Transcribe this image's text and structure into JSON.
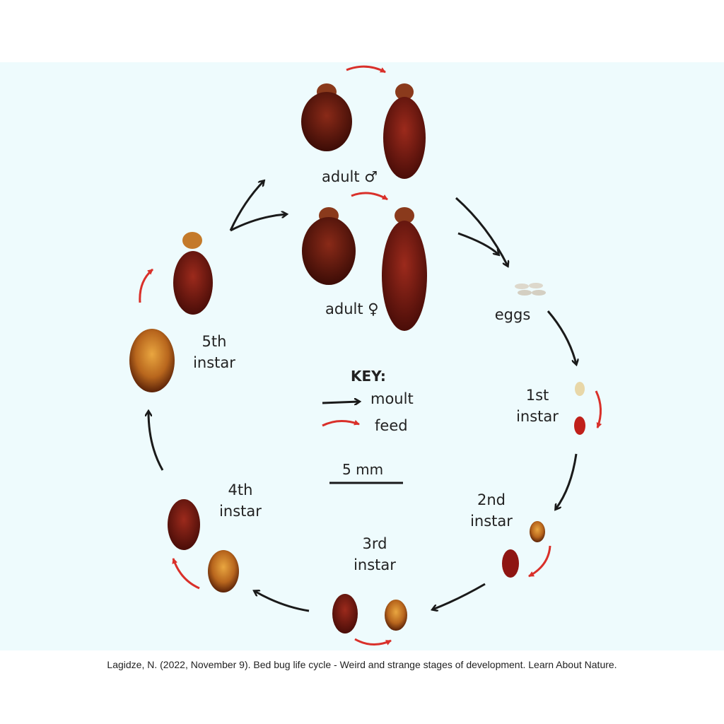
{
  "stages": {
    "adult_male": "adult ♂",
    "adult_female": "adult ♀",
    "eggs": "eggs",
    "first": "1st\ninstar",
    "second": "2nd\ninstar",
    "third": "3rd\ninstar",
    "fourth": "4th\ninstar",
    "fifth": "5th\ninstar"
  },
  "key": {
    "title": "KEY:",
    "moult": "moult",
    "feed": "feed",
    "scale": "5 mm"
  },
  "colors": {
    "moult_arrow": "#1a1a1a",
    "feed_arrow": "#d9302a",
    "background": "#eefbfd"
  },
  "caption": "Lagidze, N. (2022, November 9). Bed bug life cycle - Weird and strange stages of development. Learn About Nature."
}
